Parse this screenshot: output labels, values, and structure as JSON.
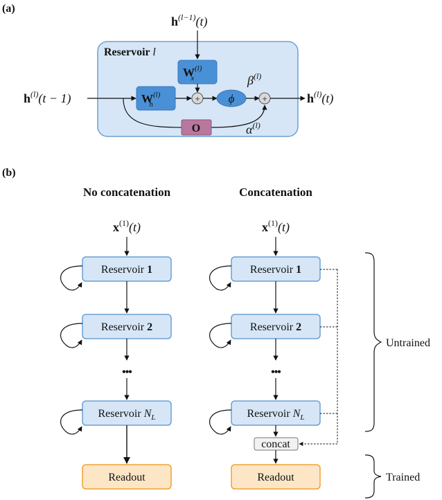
{
  "panel_a": {
    "label": "(a)",
    "reservoir_title": "Reservoir",
    "reservoir_index": "l",
    "h_in_top": {
      "base": "h",
      "sup": "(l−1)",
      "arg": "(t)"
    },
    "h_in_left": {
      "base": "h",
      "sup": "(l)",
      "arg": "(t − 1)"
    },
    "h_out": {
      "base": "h",
      "sup": "(l)",
      "arg": "(t)"
    },
    "wx": {
      "base": "W",
      "sup": "(l)",
      "sub": "x"
    },
    "wh": {
      "base": "W",
      "sup": "(l)",
      "sub": "h"
    },
    "phi": "ϕ",
    "beta": {
      "base": "β",
      "sup": "(l)"
    },
    "alpha": {
      "base": "α",
      "sup": "(l)"
    },
    "o_label": "O",
    "plus": "+"
  },
  "panel_b": {
    "label": "(b)",
    "left_title": "No concatenation",
    "right_title": "Concatenation",
    "input": {
      "base": "x",
      "sup": "(1)",
      "arg": "(t)"
    },
    "reservoir_word": "Reservoir",
    "reservoir_1": "1",
    "reservoir_2": "2",
    "reservoir_n": "N",
    "reservoir_n_sub": "L",
    "dots": "•••",
    "concat": "concat",
    "readout": "Readout",
    "untrained": "Untrained",
    "trained": "Trained"
  },
  "colors": {
    "reservoir_fill": "#d6e6f7",
    "reservoir_stroke": "#6a9fd4",
    "block_fill": "#4a90d6",
    "o_fill": "#b8779e",
    "readout_fill": "#fde6c6",
    "readout_stroke": "#f0a030",
    "sum_fill": "#d8d8d8",
    "concat_fill": "#f2f2f2"
  }
}
